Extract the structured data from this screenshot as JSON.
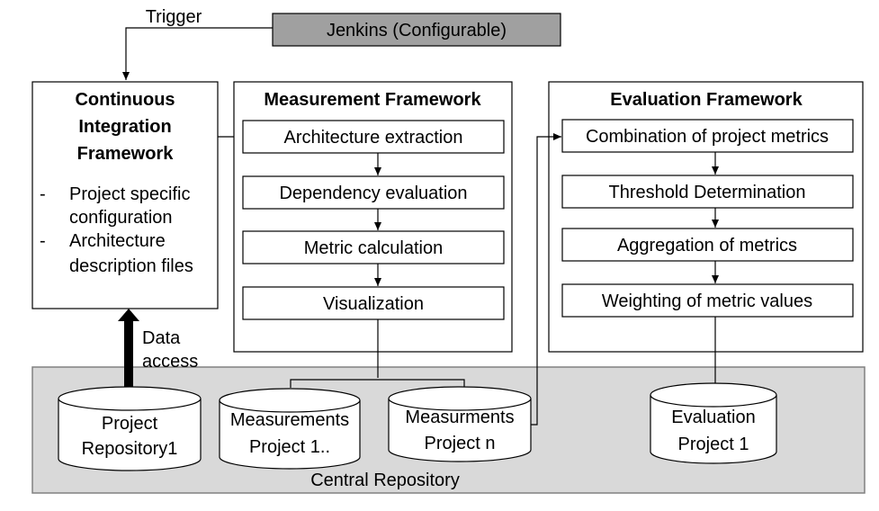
{
  "trigger_label": "Trigger",
  "jenkins": {
    "label": "Jenkins (Configurable)",
    "fill": "#a0a0a0"
  },
  "ci_framework": {
    "title_lines": [
      "Continuous",
      "Integration",
      "Framework"
    ],
    "bullets": [
      {
        "dash": "-",
        "lines": [
          "Project specific",
          "configuration"
        ]
      },
      {
        "dash": "-",
        "lines": [
          "Architecture",
          "description files"
        ]
      }
    ]
  },
  "measurement_framework": {
    "title": "Measurement Framework",
    "steps": [
      "Architecture extraction",
      "Dependency evaluation",
      "Metric calculation",
      "Visualization"
    ]
  },
  "evaluation_framework": {
    "title": "Evaluation Framework",
    "steps": [
      "Combination of project metrics",
      "Threshold Determination",
      "Aggregation of metrics",
      "Weighting of metric values"
    ]
  },
  "data_access_lines": [
    "Data",
    "access"
  ],
  "central_repository": {
    "label": "Central Repository",
    "fill": "#d9d9d9",
    "databases": {
      "project_repo": [
        "Project",
        "Repository1"
      ],
      "measurements_1": [
        "Measurements",
        "Project 1.."
      ],
      "measurements_n": [
        "Measurments",
        "Project n"
      ],
      "evaluation": [
        "Evaluation",
        "Project 1"
      ]
    }
  }
}
